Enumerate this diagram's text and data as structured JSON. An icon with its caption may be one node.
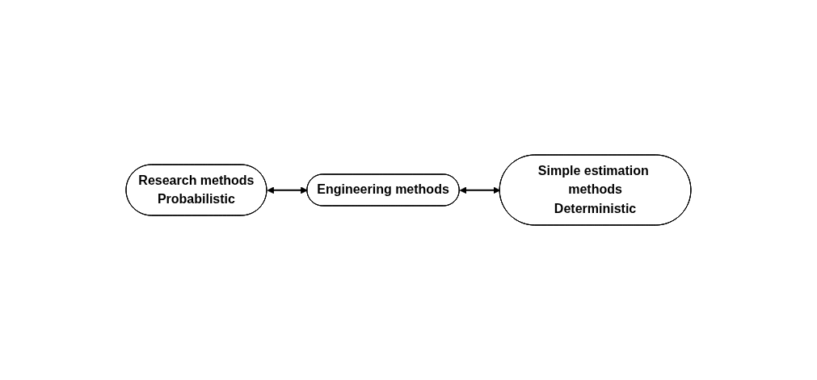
{
  "diagram": {
    "nodes": [
      {
        "text": [
          "Research methods",
          "Probabilistic"
        ]
      },
      {
        "text": [
          "Engineering methods"
        ]
      },
      {
        "text": [
          "Simple estimation methods",
          "Deterministic"
        ]
      }
    ],
    "edges": [
      {
        "from": 0,
        "to": 1,
        "arrow": "both"
      },
      {
        "from": 1,
        "to": 2,
        "arrow": "both"
      }
    ]
  }
}
